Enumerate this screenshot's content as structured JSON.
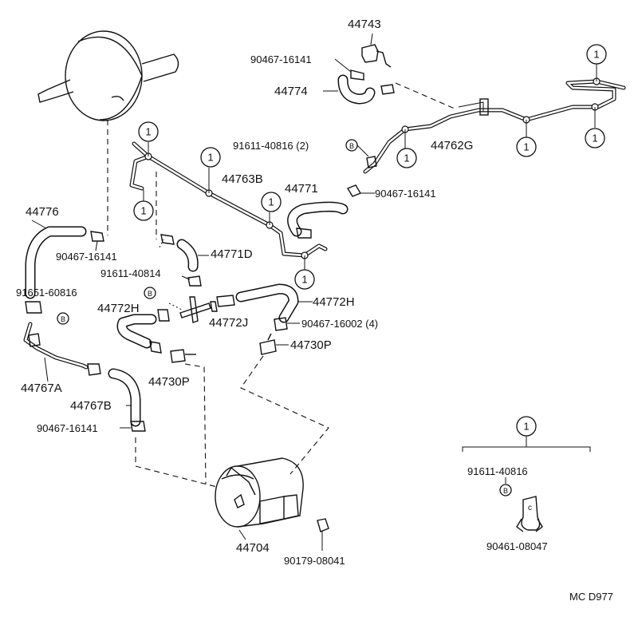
{
  "diagram": {
    "ref_marker": "1",
    "b_marker": "B",
    "footer_code": "MC D977",
    "parts": {
      "p44743": "44743",
      "p90467_top": "90467-16141",
      "p44774": "44774",
      "p91611_top": "91611-40816 (2)",
      "p44762G": "44762G",
      "p90467_mid": "90467-16141",
      "p44763B": "44763B",
      "p44771": "44771",
      "p44776": "44776",
      "p90467_left": "90467-16141",
      "p44771D": "44771D",
      "p91611_mid": "91611-40814",
      "p91651": "91651-60816",
      "p44772H_left": "44772H",
      "p44772H_right": "44772H",
      "p44772J": "44772J",
      "p90467_16002": "90467-16002 (4)",
      "p44730P_right": "44730P",
      "p44767A": "44767A",
      "p44730P_left": "44730P",
      "p44767B": "44767B",
      "p90467_bottom": "90467-16141",
      "p44704": "44704",
      "p90179": "90179-08041",
      "p91611_inset": "91611-40816",
      "p90461": "90461-08047"
    }
  }
}
